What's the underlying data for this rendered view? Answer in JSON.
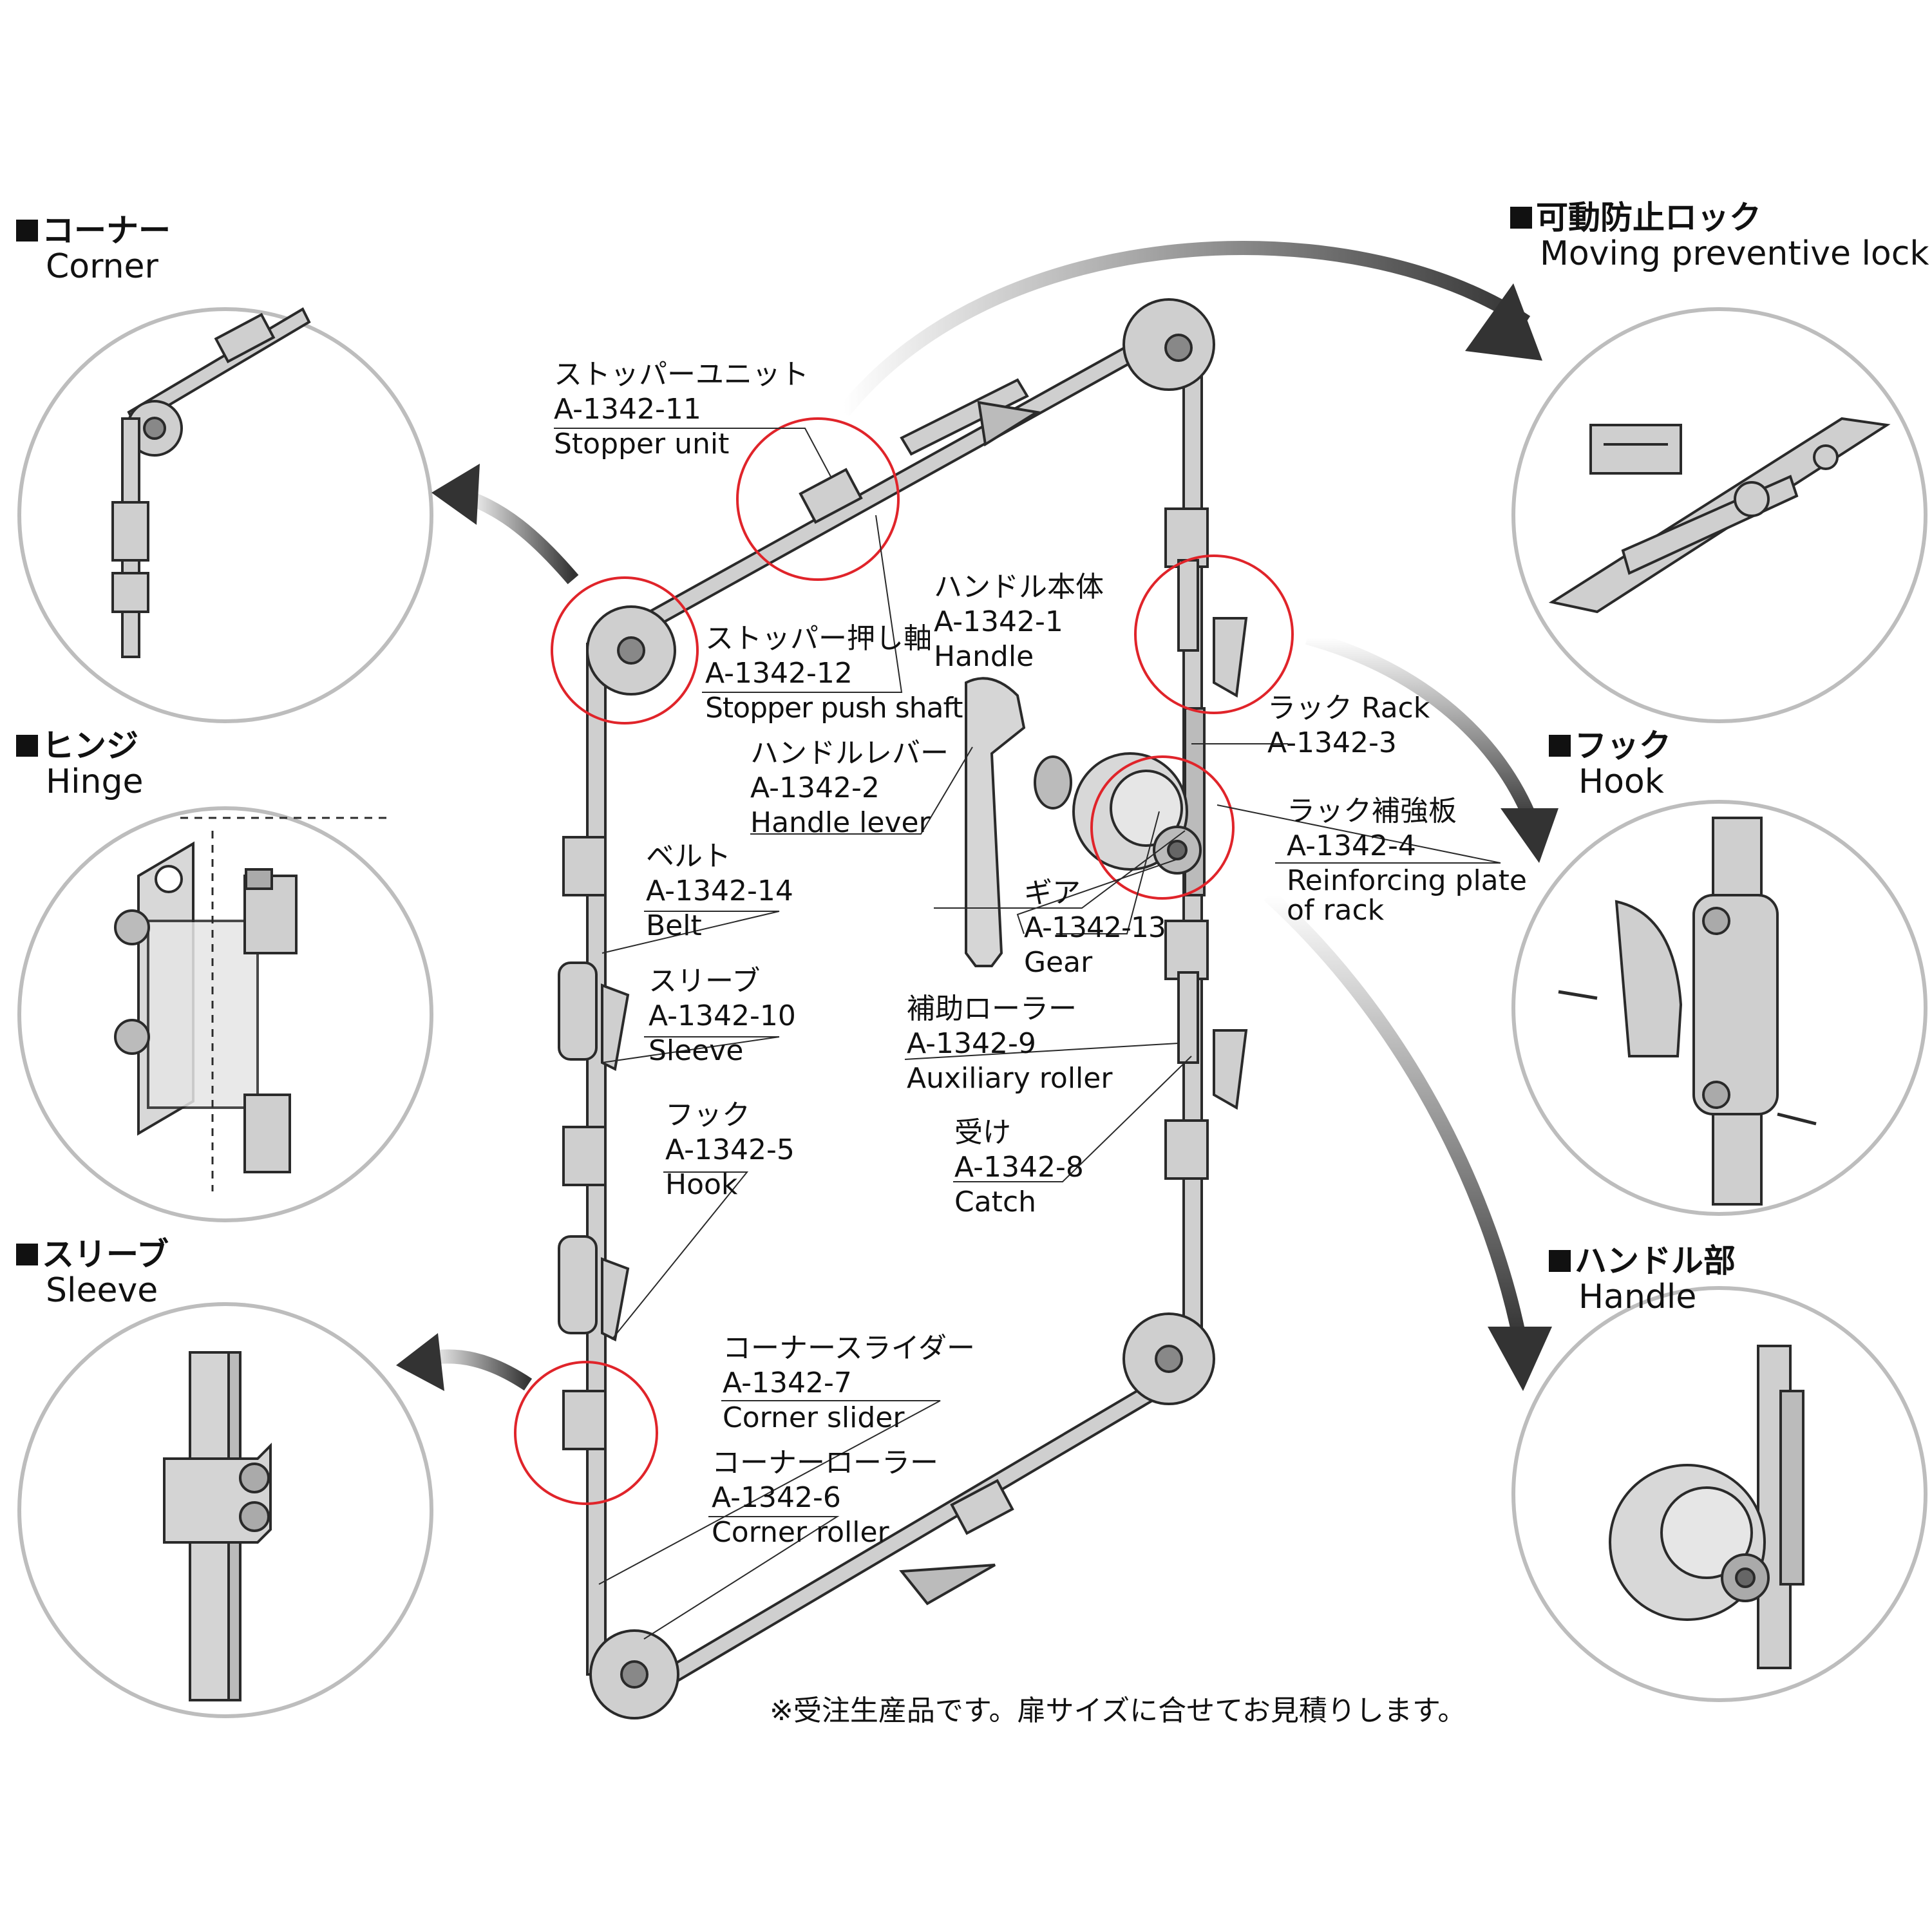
{
  "sections": {
    "corner": {
      "jp": "コーナー",
      "en": "Corner"
    },
    "hinge": {
      "jp": "ヒンジ",
      "en": "Hinge"
    },
    "sleeve": {
      "jp": "スリーブ",
      "en": "Sleeve"
    },
    "lock": {
      "jp": "可動防止ロック",
      "en": "Moving preventive lock"
    },
    "hook": {
      "jp": "フック",
      "en": "Hook"
    },
    "handle": {
      "jp": "ハンドル部",
      "en": "Handle"
    }
  },
  "parts": {
    "stopper_unit": {
      "jp": "ストッパーユニット",
      "code": "A-1342-11",
      "en": "Stopper unit"
    },
    "stopper_push_shaft": {
      "jp": "ストッパー押し軸",
      "code": "A-1342-12",
      "en": "Stopper push shaft"
    },
    "handle_body": {
      "jp": "ハンドル本体",
      "code": "A-1342-1",
      "en": "Handle"
    },
    "rack": {
      "jp": "ラック Rack",
      "code": "A-1342-3"
    },
    "handle_lever": {
      "jp": "ハンドルレバー",
      "code": "A-1342-2",
      "en": "Handle lever"
    },
    "rack_plate": {
      "jp": "ラック補強板",
      "code": "A-1342-4",
      "en1": "Reinforcing plate",
      "en2": "of rack"
    },
    "belt": {
      "jp": "ベルト",
      "code": "A-1342-14",
      "en": "Belt"
    },
    "gear": {
      "jp": "ギア",
      "code": "A-1342-13",
      "en": "Gear"
    },
    "sleeve": {
      "jp": "スリーブ",
      "code": "A-1342-10",
      "en": "Sleeve"
    },
    "aux_roller": {
      "jp": "補助ローラー",
      "code": "A-1342-9",
      "en": "Auxiliary roller"
    },
    "hook": {
      "jp": "フック",
      "code": "A-1342-5",
      "en": "Hook"
    },
    "catch": {
      "jp": "受け",
      "code": "A-1342-8",
      "en": "Catch"
    },
    "corner_slider": {
      "jp": "コーナースライダー",
      "code": "A-1342-7",
      "en": "Corner slider"
    },
    "corner_roller": {
      "jp": "コーナーローラー",
      "code": "A-1342-6",
      "en": "Corner roller"
    }
  },
  "note": "※受注生産品です。扉サイズに合せてお見積りします。",
  "colors": {
    "highlight": "#e0242a",
    "part": "#c9c9c9",
    "outline": "#2a2a2a",
    "arrow": "#3a3a3a",
    "circle": "#bdbdbd"
  }
}
